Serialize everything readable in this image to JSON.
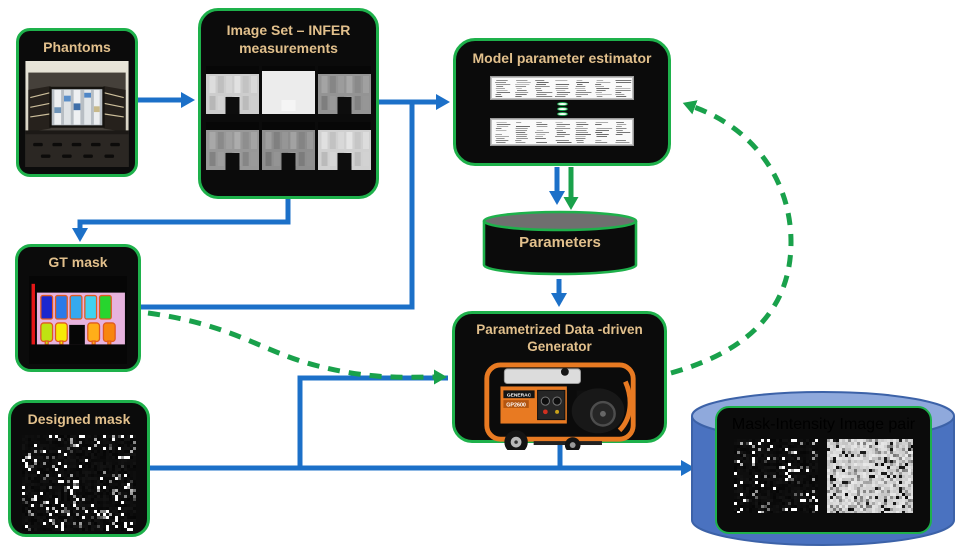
{
  "colors": {
    "node_bg": "#0b0b0b",
    "node_border": "#1eb14b",
    "node_title": "#e2c08c",
    "arrow_blue": "#1c70c8",
    "arrow_green": "#19a14b",
    "cyl_top": "#6f6f6f",
    "db_body": "#4a72c0",
    "db_top": "#8fa9dc",
    "db_stroke": "#3c62a8"
  },
  "nodes": {
    "phantoms": {
      "title": "Phantoms"
    },
    "image_set": {
      "title_line1": "Image Set – INFER",
      "title_line2": "measurements"
    },
    "model_estimator": {
      "title": "Model parameter estimator"
    },
    "parameters": {
      "title": "Parameters"
    },
    "gt_mask": {
      "title": "GT mask"
    },
    "generator": {
      "title_line1": "Parametrized Data -driven",
      "title_line2": "Generator",
      "brand": "GENERAC",
      "model": "GP2600"
    },
    "designed_mask": {
      "title": "Designed mask"
    },
    "mask_intensity": {
      "title": "Mask-Intensity Image pair"
    }
  }
}
